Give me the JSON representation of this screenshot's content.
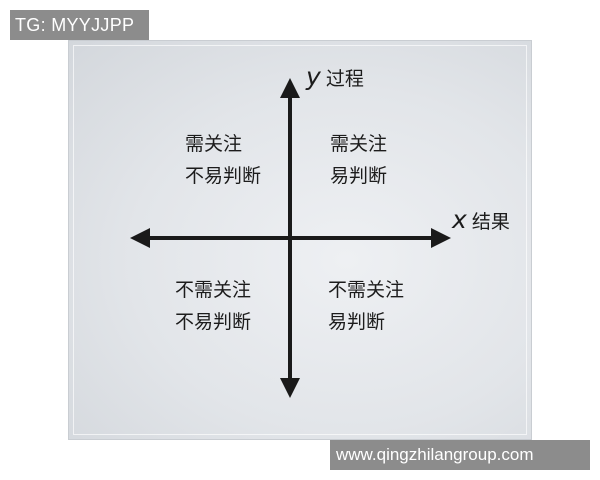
{
  "watermark_tag": "TG: MYYJJPP",
  "watermark_url": "www.qingzhilangroup.com",
  "diagram": {
    "y_axis": {
      "var": "y",
      "label": "过程"
    },
    "x_axis": {
      "var": "x",
      "label": "结果"
    },
    "quadrants": {
      "top_left": [
        "需关注",
        "不易判断"
      ],
      "top_right": [
        "需关注",
        "易判断"
      ],
      "bottom_left": [
        "不需关注",
        "不易判断"
      ],
      "bottom_right": [
        "不需关注",
        "易判断"
      ]
    }
  },
  "colors": {
    "axis": "#1a1a1a",
    "text": "#1c1c1c",
    "watermark_bg": "#8c8c8c"
  }
}
